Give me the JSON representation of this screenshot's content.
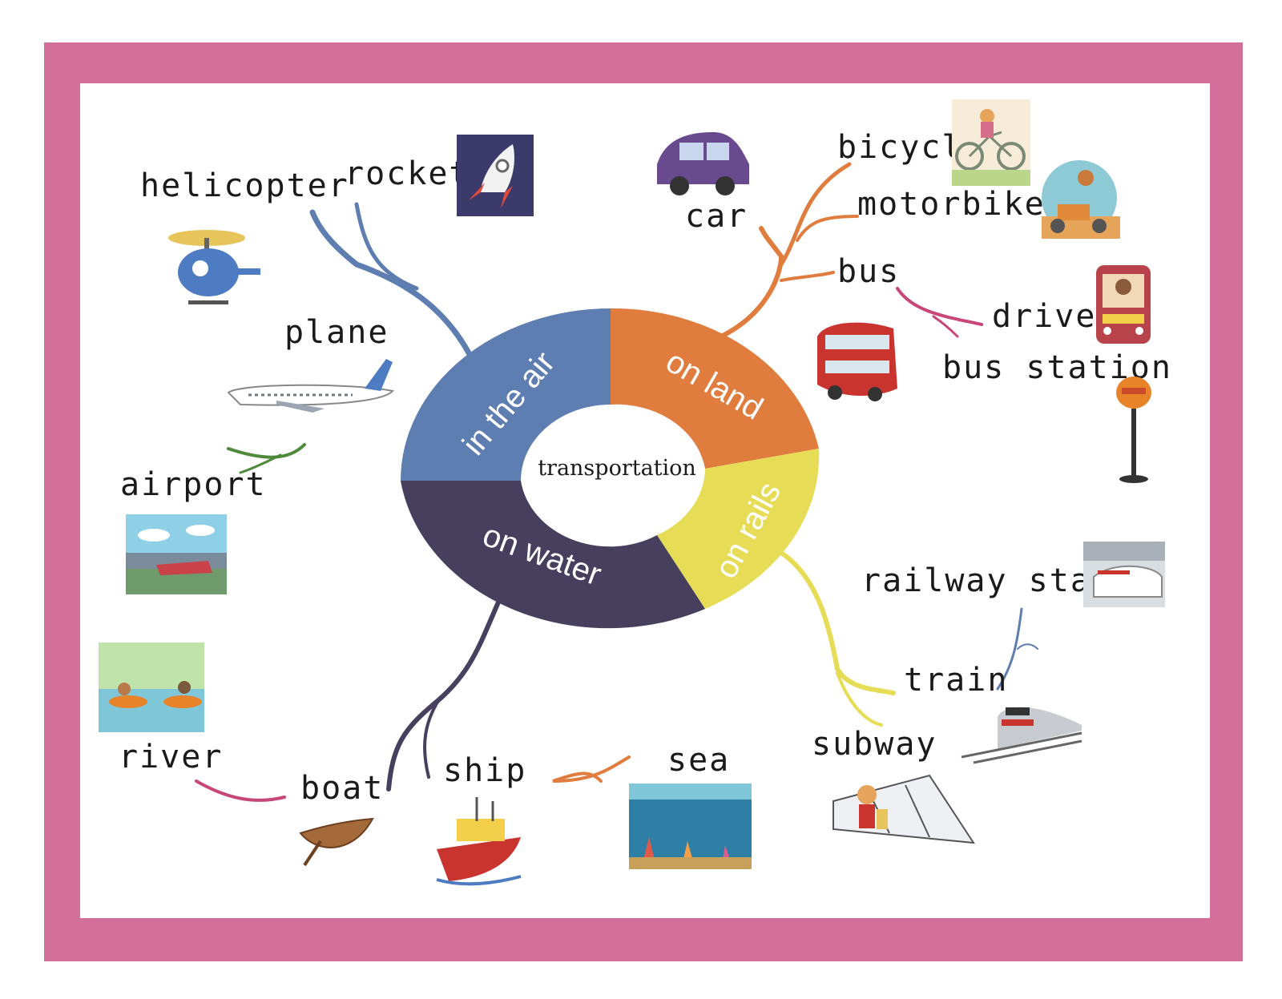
{
  "center": "transportation",
  "categories": {
    "air": {
      "label": "in the air",
      "color": "#5e7db0"
    },
    "land": {
      "label": "on land",
      "color": "#e07c3e"
    },
    "rails": {
      "label": "on rails",
      "color": "#e6dc55"
    },
    "water": {
      "label": "on water",
      "color": "#46405e"
    }
  },
  "words": {
    "helicopter": "helicopter",
    "rocket": "rocket",
    "plane": "plane",
    "airport": "airport",
    "car": "car",
    "bicycle": "bicycl",
    "motorbike": "motorbike",
    "bus": "bus",
    "driver": "driver",
    "bus_station": "bus station",
    "railway_station": "railway stati",
    "train": "train",
    "subway": "subway",
    "river": "river",
    "boat": "boat",
    "ship": "ship",
    "sea": "sea"
  },
  "icons": [
    "helicopter-icon",
    "rocket-icon",
    "plane-icon",
    "airport-icon",
    "car-icon",
    "bicycle-icon",
    "motorbike-icon",
    "bus-icon",
    "driver-bus-icon",
    "bus-stop-icon",
    "railway-station-icon",
    "train-icon",
    "subway-icon",
    "river-icon",
    "boat-icon",
    "ship-icon",
    "sea-icon"
  ],
  "colors": {
    "frame": "#d2709a",
    "river_link": "#c8467a",
    "ship_link": "#e07c3e",
    "train_link": "#5e7db0",
    "airport_link": "#4f8a3c"
  }
}
